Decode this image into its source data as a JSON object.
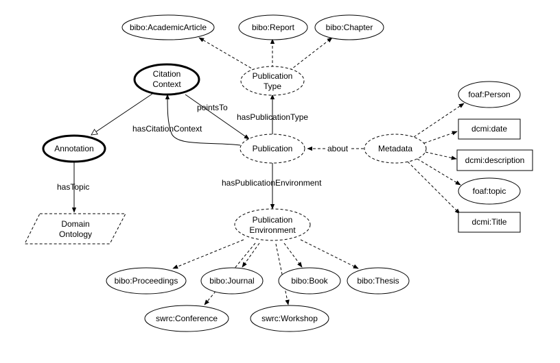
{
  "nodes": {
    "bibo_academic_article": "bibo:AcademicArticle",
    "bibo_report": "bibo:Report",
    "bibo_chapter": "bibo:Chapter",
    "publication_type": [
      "Publication",
      "Type"
    ],
    "citation_context": [
      "Citation",
      "Context"
    ],
    "annotation": "Annotation",
    "domain_ontology": [
      "Domain",
      "Ontology"
    ],
    "publication": "Publication",
    "metadata": "Metadata",
    "foaf_person": "foaf:Person",
    "dcmi_date": "dcmi:date",
    "dcmi_description": "dcmi:description",
    "foaf_topic": "foaf:topic",
    "dcmi_title": "dcmi:Title",
    "publication_environment": [
      "Publication",
      "Environment"
    ],
    "bibo_proceedings": "bibo:Proceedings",
    "bibo_journal": "bibo:Journal",
    "bibo_book": "bibo:Book",
    "bibo_thesis": "bibo:Thesis",
    "swrc_conference": "swrc:Conference",
    "swrc_workshop": "swrc:Workshop"
  },
  "edges": {
    "points_to": "pointsTo",
    "has_citation_context": "hasCitationContext",
    "has_publication_type": "hasPublicationType",
    "about": "about",
    "has_topic": "hasTopic",
    "has_publication_environment": "hasPublicationEnvironment"
  }
}
